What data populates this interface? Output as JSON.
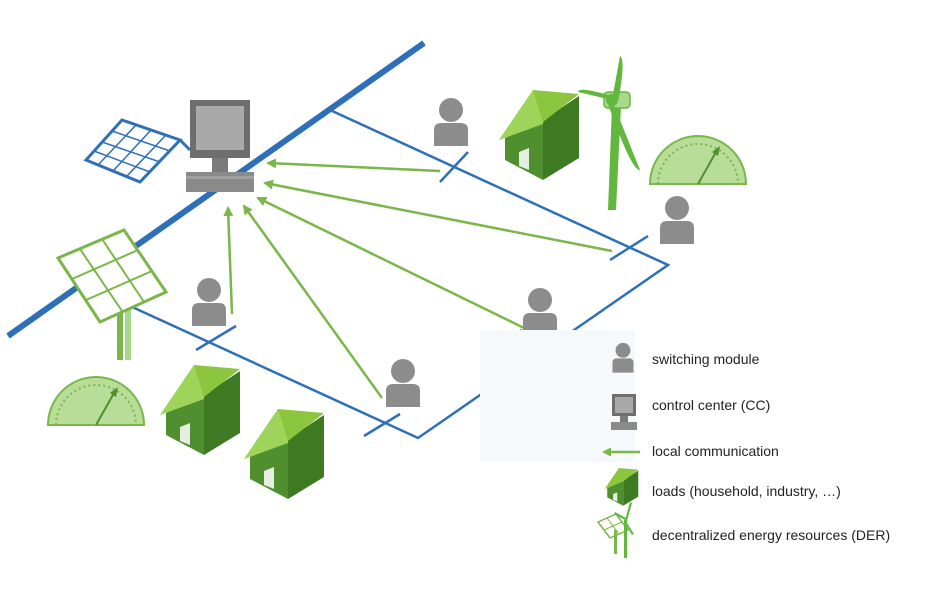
{
  "colors": {
    "grid_line": "#2e6fb9",
    "arrow": "#7ab648",
    "house_roof": "#8cc63f",
    "house_wall": "#4f8f2f",
    "house_side": "#3d7a22",
    "person": "#8c8c8c",
    "computer": "#8a8a8a",
    "gauge": "#a8d88a",
    "wind_turbine": "#62b83e",
    "solar_green": "#7ab648",
    "solar_blue": "#2e6fb9"
  },
  "legend": {
    "items": [
      {
        "icon": "switching-module-icon",
        "label": "switching module"
      },
      {
        "icon": "control-center-icon",
        "label": "control center (CC)"
      },
      {
        "icon": "local-communication-arrow-icon",
        "label": "local communication"
      },
      {
        "icon": "house-icon",
        "label": "loads (household, industry, …)"
      },
      {
        "icon": "der-icon",
        "label": "decentralized energy resources (DER)"
      }
    ]
  }
}
